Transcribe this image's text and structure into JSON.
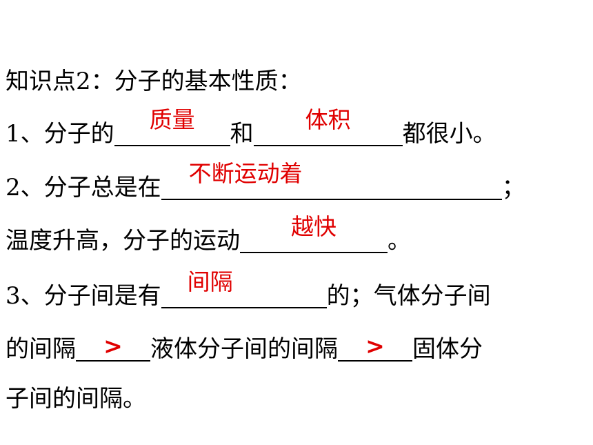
{
  "heading": "知识点2：分子的基本性质：",
  "line1": {
    "a": "1、分子的",
    "b": "和",
    "c": "都很小。",
    "ans1": "质量",
    "ans2": "体积"
  },
  "line2": {
    "a": "2、分子总是在",
    "b": "；",
    "ans1": "不断运动着"
  },
  "line3": {
    "a": "温度升高，分子的运动",
    "b": "。",
    "ans1": "越快"
  },
  "line4": {
    "a": "3、分子间是有",
    "b": "的；气体分子间",
    "ans1": "间隔"
  },
  "line5": {
    "a": "的间隔",
    "b": "液体分子间的间隔",
    "c": "固体分",
    "ans1": ">",
    "ans2": ">"
  },
  "line6": {
    "a": "子间的间隔。"
  }
}
